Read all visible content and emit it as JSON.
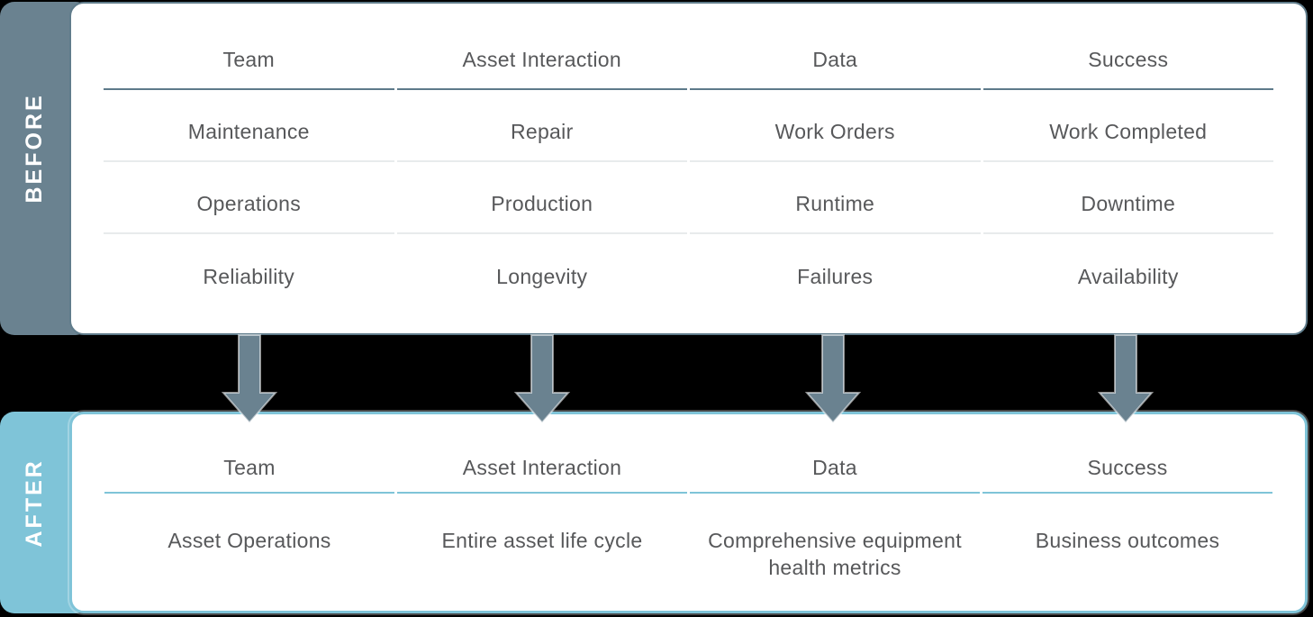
{
  "colors": {
    "background": "#000000",
    "before_accent": "#6A8290",
    "before_line": "#5D7A8A",
    "card_border_before": "#607C8B",
    "after_accent": "#7FC4D8",
    "text": "#57585A",
    "divider": "#E8EBEC",
    "card_bg": "#FFFFFF",
    "sidebar_label": "#FFFFFF"
  },
  "before": {
    "label": "BEFORE",
    "columns": [
      "Team",
      "Asset Interaction",
      "Data",
      "Success"
    ],
    "rows": [
      [
        "Maintenance",
        "Repair",
        "Work Orders",
        "Work Completed"
      ],
      [
        "Operations",
        "Production",
        "Runtime",
        "Downtime"
      ],
      [
        "Reliability",
        "Longevity",
        "Failures",
        "Availability"
      ]
    ]
  },
  "after": {
    "label": "AFTER",
    "columns": [
      "Team",
      "Asset Interaction",
      "Data",
      "Success"
    ],
    "values": [
      "Asset Operations",
      "Entire asset life cycle",
      "Comprehensive equipment health metrics",
      "Business outcomes"
    ]
  },
  "arrows": {
    "direction": "down",
    "count": 4,
    "icon": "arrow-down-icon"
  }
}
